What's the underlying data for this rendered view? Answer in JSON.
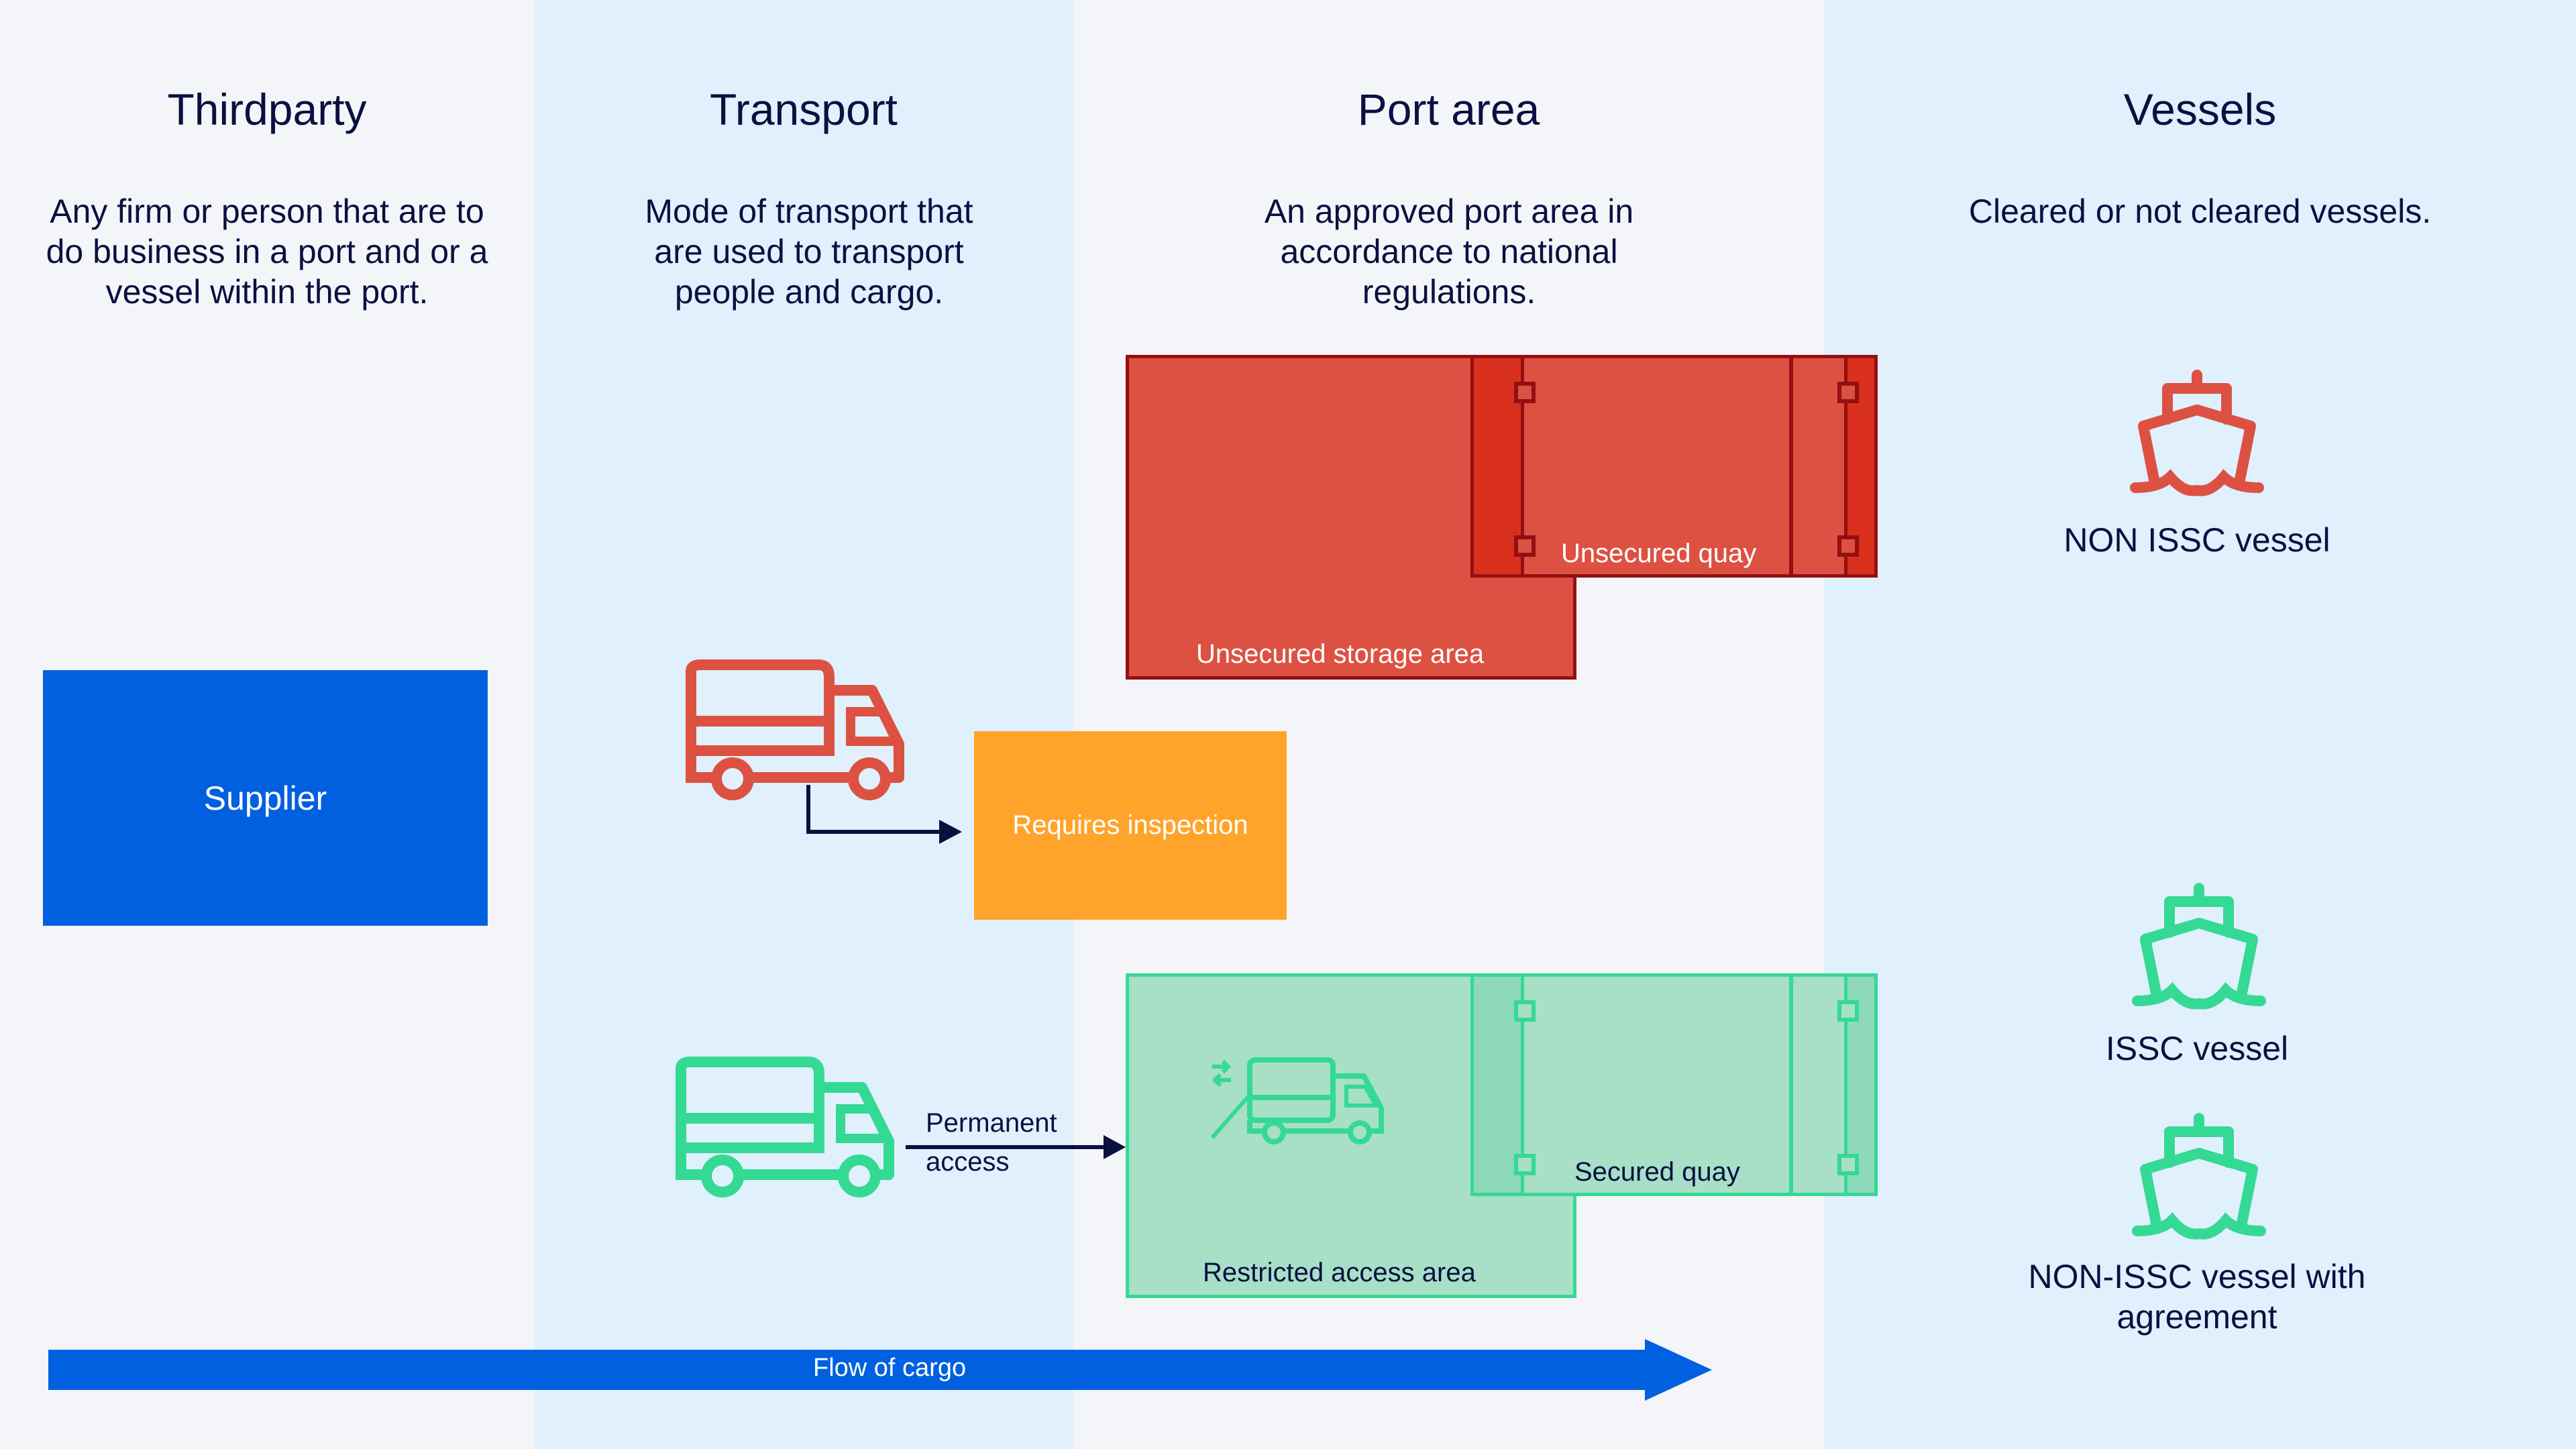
{
  "columns": [
    {
      "title": "Thirdparty",
      "description": "Any firm or person that are to do business in a port and or a vessel within the port."
    },
    {
      "title": "Transport",
      "description": "Mode of transport that are used to transport people and cargo."
    },
    {
      "title": "Port area",
      "description": "An approved port area in accordance to national regulations."
    },
    {
      "title": "Vessels",
      "description": "Cleared or not cleared vessels."
    }
  ],
  "supplier": {
    "label": "Supplier"
  },
  "inspection": {
    "label": "Requires inspection"
  },
  "permanent_access": {
    "line1": "Permanent",
    "line2": "access"
  },
  "areas": {
    "unsecured_storage": "Unsecured storage area",
    "unsecured_quay": "Unsecured quay",
    "restricted_access": "Restricted access area",
    "secured_quay": "Secured quay"
  },
  "vessels": [
    {
      "label": "NON ISSC vessel",
      "status": "not-cleared"
    },
    {
      "label": "ISSC vessel",
      "status": "cleared"
    },
    {
      "label": "NON-ISSC vessel with agreement",
      "status": "cleared"
    }
  ],
  "flow": {
    "label": "Flow of cargo"
  },
  "colors": {
    "supplier_blue": "#0060df",
    "inspection_orange": "#ffa42b",
    "unsecured_red": "#dd5142",
    "unsecured_red_border": "#940f12",
    "secured_green": "#a7dfc7",
    "secured_green_border": "#34d994",
    "text_dark": "#0a1040"
  }
}
